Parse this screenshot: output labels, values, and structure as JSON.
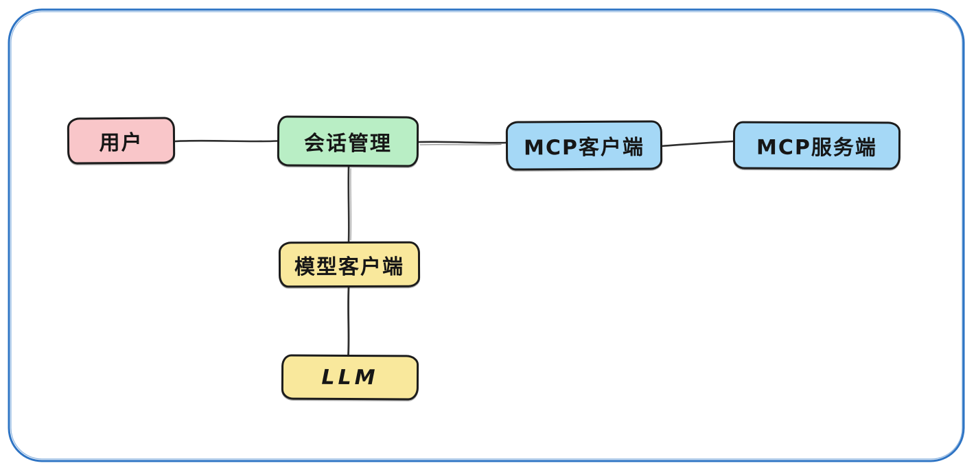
{
  "diagram": {
    "type": "architecture-flowchart",
    "style": "hand-drawn whiteboard sketch",
    "frame_color": "#2e74c4",
    "node_border_color": "#1c1c1c",
    "edge_color": "#2e2e2e",
    "background_color": "#ffffff",
    "nodes": [
      {
        "id": "user",
        "label": "用户",
        "color": "#f9c6c9",
        "color_name": "pink"
      },
      {
        "id": "session",
        "label": "会话管理",
        "color": "#b9eec5",
        "color_name": "green"
      },
      {
        "id": "mcp-client",
        "label": "MCP客户端",
        "color": "#a5d8f6",
        "color_name": "blue"
      },
      {
        "id": "mcp-server",
        "label": "MCP服务端",
        "color": "#a5d8f6",
        "color_name": "blue"
      },
      {
        "id": "model-client",
        "label": "模型客户端",
        "color": "#f9e89c",
        "color_name": "yellow"
      },
      {
        "id": "llm",
        "label": "LLM",
        "color": "#f9e89c",
        "color_name": "yellow"
      }
    ],
    "edges": [
      {
        "from": "user",
        "to": "session",
        "direction": "horizontal",
        "arrow": "none"
      },
      {
        "from": "session",
        "to": "mcp-client",
        "direction": "horizontal",
        "arrow": "none"
      },
      {
        "from": "mcp-client",
        "to": "mcp-server",
        "direction": "horizontal",
        "arrow": "none"
      },
      {
        "from": "session",
        "to": "model-client",
        "direction": "vertical",
        "arrow": "none"
      },
      {
        "from": "model-client",
        "to": "llm",
        "direction": "vertical",
        "arrow": "none"
      }
    ]
  }
}
